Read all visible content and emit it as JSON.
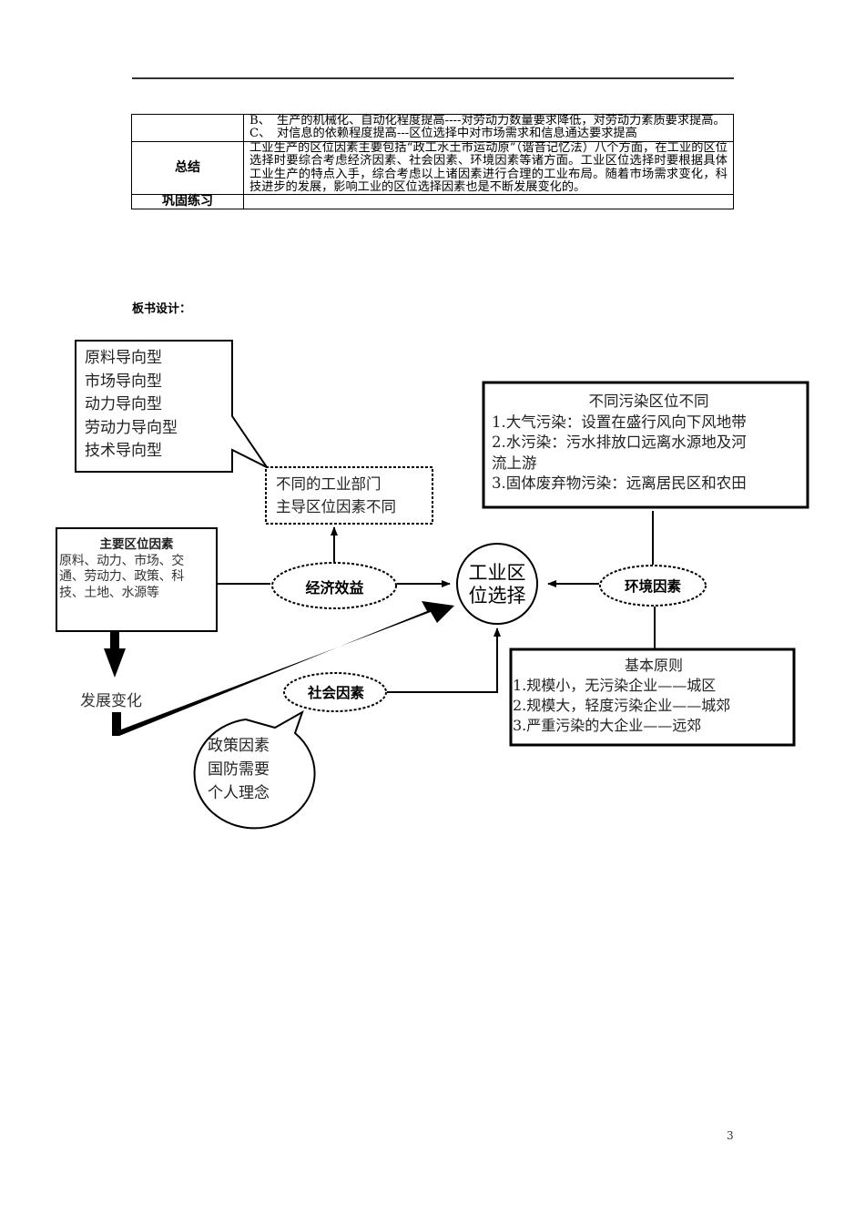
{
  "lesson_table": {
    "rows": [
      {
        "label": "",
        "items": [
          {
            "marker": "B、",
            "text": "生产的机械化、自动化程度提高----对劳动力数量要求降低，对劳动力素质要求提高。"
          },
          {
            "marker": "C、",
            "text": "对信息的依赖程度提高---区位选择中对市场需求和信息通达要求提高"
          }
        ]
      },
      {
        "label": "总结",
        "text": "工业生产的区位因素主要包括“政工水土市运动原”（谐音记忆法）八个方面，在工业的区位选择时要综合考虑经济因素、社会因素、环境因素等诸方面。工业区位选择时要根据具体工业生产的特点入手，综合考虑以上诸因素进行合理的工业布局。随着市场需求变化，科技进步的发展，影响工业的区位选择因素也是不断发展变化的。"
      },
      {
        "label": "巩固练习",
        "text": ""
      }
    ]
  },
  "board_design": {
    "title": "板书设计：",
    "orientation_types": [
      "原料导向型",
      "市场导向型",
      "动力导向型",
      "劳动力导向型",
      "技术导向型"
    ],
    "department_note": [
      "不同的工业部门",
      "主导区位因素不同"
    ],
    "pollution_box": {
      "title": "不同污染区位不同",
      "lines": [
        "1.大气污染：设置在盛行风向下风地带",
        "2.水污染：污水排放口远离水源地及河",
        "流上游",
        "3.固体废弃物污染：远离居民区和农田"
      ]
    },
    "main_factors": {
      "title": "主要区位因素",
      "lines": [
        "原料、动力、市场、交",
        "通、劳动力、政策、科",
        "技、土地、水源等"
      ]
    },
    "economic_benefit": "经济效益",
    "center": [
      "工业区",
      "位选择"
    ],
    "environment_factor": "环境因素",
    "social_factor": "社会因素",
    "development_change": "发展变化",
    "principles_box": {
      "title": "基本原则",
      "lines": [
        "1.规模小，无污染企业——城区",
        "2.规模大，轻度污染企业——城郊",
        "3.严重污染的大企业——远郊"
      ]
    },
    "social_bubble": [
      "政策因素",
      "国防需要",
      "个人理念"
    ]
  },
  "footer": {
    "page_number": "3"
  }
}
